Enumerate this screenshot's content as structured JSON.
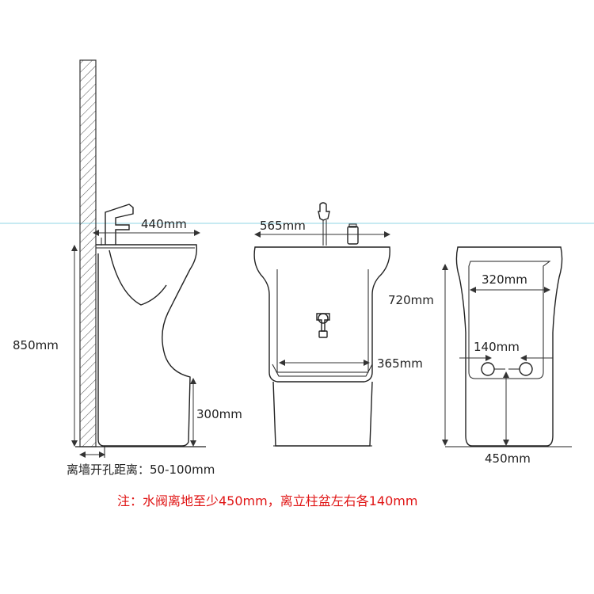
{
  "colors": {
    "line": "#222222",
    "note_red": "#e01515",
    "guide_cyan": "#8fd6e6",
    "wall_hatch": "#555555"
  },
  "side_view": {
    "depth_label": "440mm",
    "total_height_label": "850mm",
    "drain_height_label": "300mm",
    "wall_distance_label": "离墙开孔距离：50-100mm"
  },
  "front_view": {
    "width_label": "565mm",
    "basin_height_label": "720mm",
    "cabinet_width_label": "365mm"
  },
  "back_view": {
    "top_width_label": "320mm",
    "valve_spacing_label": "140mm",
    "valve_height_label": "450mm"
  },
  "note": {
    "text": "注：水阀离地至少450mm，离立柱盆左右各140mm"
  }
}
